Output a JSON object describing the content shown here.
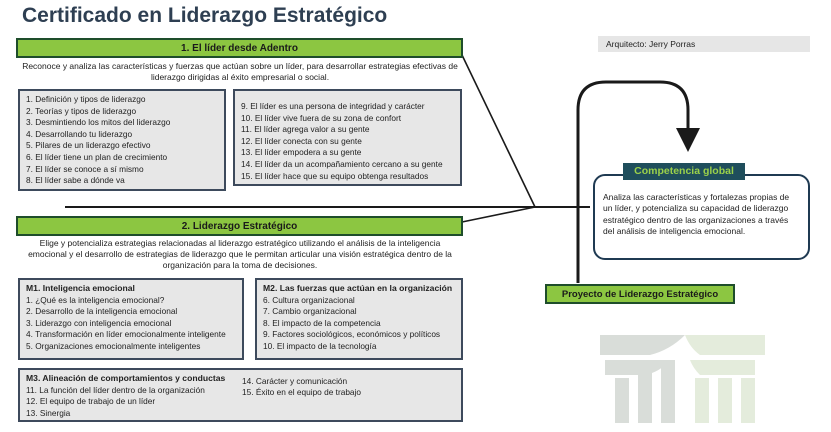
{
  "title": "Certificado en Liderazgo Estratégico",
  "architect": "Arquitecto: Jerry Porras",
  "section1": {
    "header": "1. El líder desde Adentro",
    "description": "Reconoce y analiza las características y fuerzas que actúan sobre un líder, para desarrollar estrategias efectivas de liderazgo dirigidas al éxito empresarial o social.",
    "left_items": [
      "1. Definición y tipos de liderazgo",
      "2. Teorías y tipos de liderazgo",
      "3. Desmintiendo los mitos del liderazgo",
      "4. Desarrollando tu liderazgo",
      "5. Pilares de un liderazgo efectivo",
      "6.  El líder tiene un plan de crecimiento",
      "7.  El líder se conoce a sí mismo",
      "8.  El líder sabe a dónde va"
    ],
    "right_items": [
      "9.  El líder es una persona de integridad y carácter",
      "10.  El líder vive fuera de su zona de confort",
      "11.  El líder agrega valor a su gente",
      "12.  El líder conecta con su gente",
      "13.  El líder empodera a su gente",
      "14.  El líder da un acompañamiento cercano a su gente",
      "15.  El líder hace que su equipo obtenga resultados"
    ]
  },
  "section2": {
    "header": "2. Liderazgo Estratégico",
    "description": "Elige y potencializa estrategias relacionadas al liderazgo estratégico utilizando el análisis de la inteligencia emocional y el desarrollo de estrategias de liderazgo que le permitan articular una visión estratégica dentro de la organización para la toma de decisiones.",
    "m1": {
      "title": "M1. Inteligencia emocional",
      "items": [
        "1. ¿Qué es la inteligencia emocional?",
        "2. Desarrollo de la inteligencia emocional",
        "3. Liderazgo con inteligencia emocional",
        "4. Transformación en líder emocionalmente inteligente",
        "5. Organizaciones emocionalmente inteligentes"
      ]
    },
    "m2": {
      "title": "M2. Las fuerzas que actúan en la organización",
      "items": [
        "6. Cultura organizacional",
        "7. Cambio organizacional",
        "8. El impacto de la competencia",
        "9. Factores sociológicos,  económicos y políticos",
        "10. El impacto de la tecnología"
      ]
    },
    "m3": {
      "title": "M3. Alineación de comportamientos y conductas",
      "left_items": [
        "11. La función del líder dentro de la organización",
        "12. El equipo de trabajo de un líder",
        "13. Sinergia"
      ],
      "right_items": [
        "14. Carácter y comunicación",
        "15. Éxito en el equipo de trabajo"
      ]
    }
  },
  "competencia": {
    "title": "Competencia global",
    "text": "Analiza las características y fortalezas propias de un líder, y potencializa su capacidad de liderazgo estratégico dentro de las organizaciones a través del análisis de inteligencia emocional."
  },
  "proyecto": "Proyecto de Liderazgo Estratégico",
  "colors": {
    "green": "#8cc641",
    "dark_green_border": "#1e4d2b",
    "teal": "#1f4e5c",
    "title": "#2e3f52",
    "gray_box": "#e7e7e7"
  },
  "icons": [
    "logo-watermark-icon"
  ]
}
